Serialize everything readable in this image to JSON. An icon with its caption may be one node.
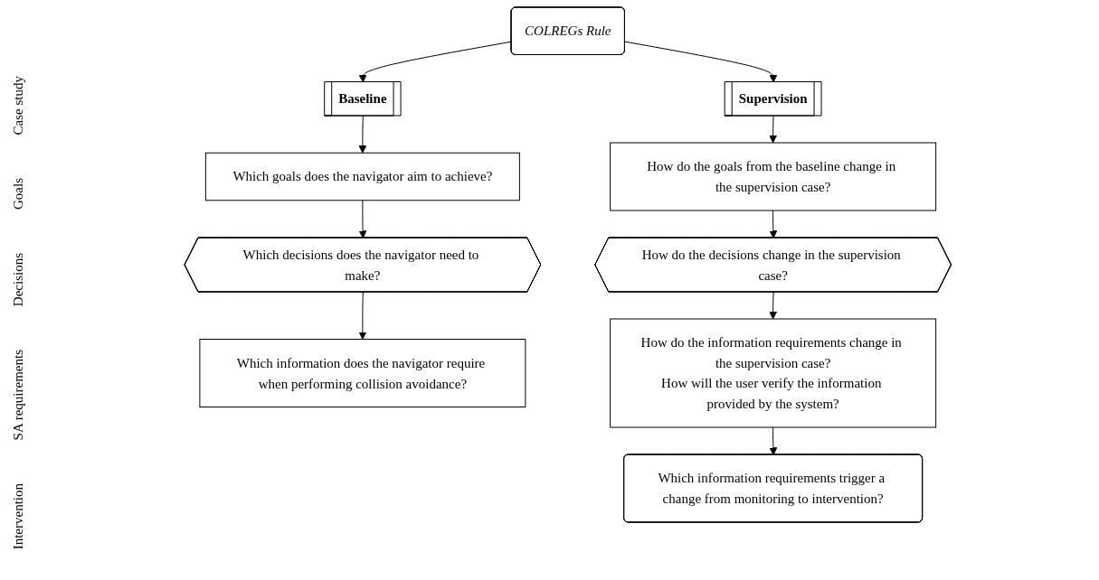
{
  "diagram": {
    "nodes": [
      {
        "text": [
          "COLREGs Rule"
        ]
      },
      {
        "text": [
          "Baseline"
        ]
      },
      {
        "text": [
          "Supervision"
        ]
      },
      {
        "text": [
          "Which goals does the navigator aim to achieve?"
        ]
      },
      {
        "text": [
          "How do the goals from the baseline change in the supervision case?"
        ]
      },
      {
        "text": [
          "Which decisions does the navigator need to make?"
        ]
      },
      {
        "text": [
          "How do the decisions change in the supervision case?"
        ]
      },
      {
        "text": [
          "Which information does the navigator require when performing collision avoidance?"
        ]
      },
      {
        "text": [
          "How do the information requirements change in the supervision case?",
          "How will the user verify the information provided by the system?"
        ]
      },
      {
        "text": [
          "Which information requirements trigger a change from monitoring to intervention?"
        ]
      }
    ],
    "edges": [
      {
        "from": 0,
        "to": 1,
        "arrow": "to"
      },
      {
        "from": 0,
        "to": 2,
        "arrow": "to"
      },
      {
        "from": 1,
        "to": 3,
        "arrow": "to"
      },
      {
        "from": 2,
        "to": 4,
        "arrow": "to"
      },
      {
        "from": 3,
        "to": 5,
        "arrow": "to"
      },
      {
        "from": 4,
        "to": 6,
        "arrow": "to"
      },
      {
        "from": 5,
        "to": 7,
        "arrow": "to"
      },
      {
        "from": 6,
        "to": 8,
        "arrow": "to"
      },
      {
        "from": 8,
        "to": 9,
        "arrow": "to"
      }
    ],
    "labels": [
      "Case study",
      "Goals",
      "Decisions",
      "SA requirements",
      "Intervention"
    ]
  }
}
